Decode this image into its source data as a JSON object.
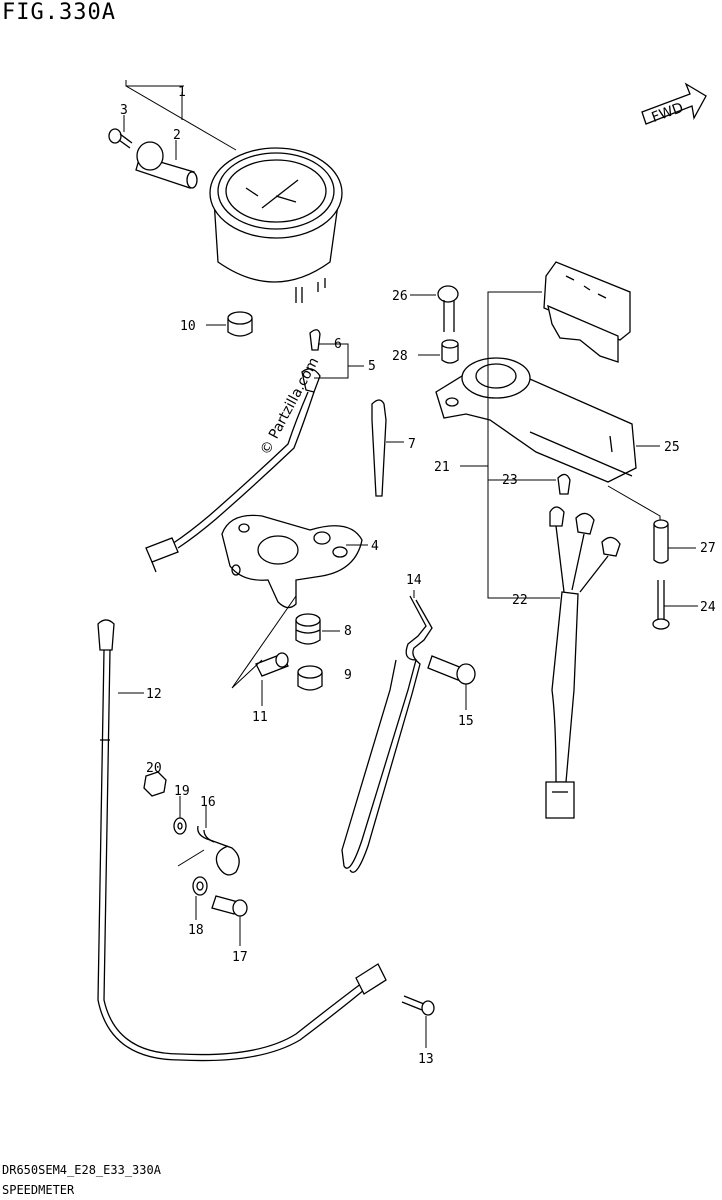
{
  "figure": {
    "title": "FIG.330A",
    "code": "DR650SEM4_E28_E33_330A",
    "name": "SPEEDMETER",
    "watermark": "© Partzilla.com",
    "fwd_label": "FWD"
  },
  "callouts": [
    "1",
    "2",
    "3",
    "4",
    "5",
    "6",
    "7",
    "8",
    "9",
    "10",
    "11",
    "12",
    "13",
    "14",
    "15",
    "16",
    "17",
    "18",
    "19",
    "20",
    "21",
    "22",
    "23",
    "24",
    "25",
    "26",
    "27",
    "28"
  ]
}
